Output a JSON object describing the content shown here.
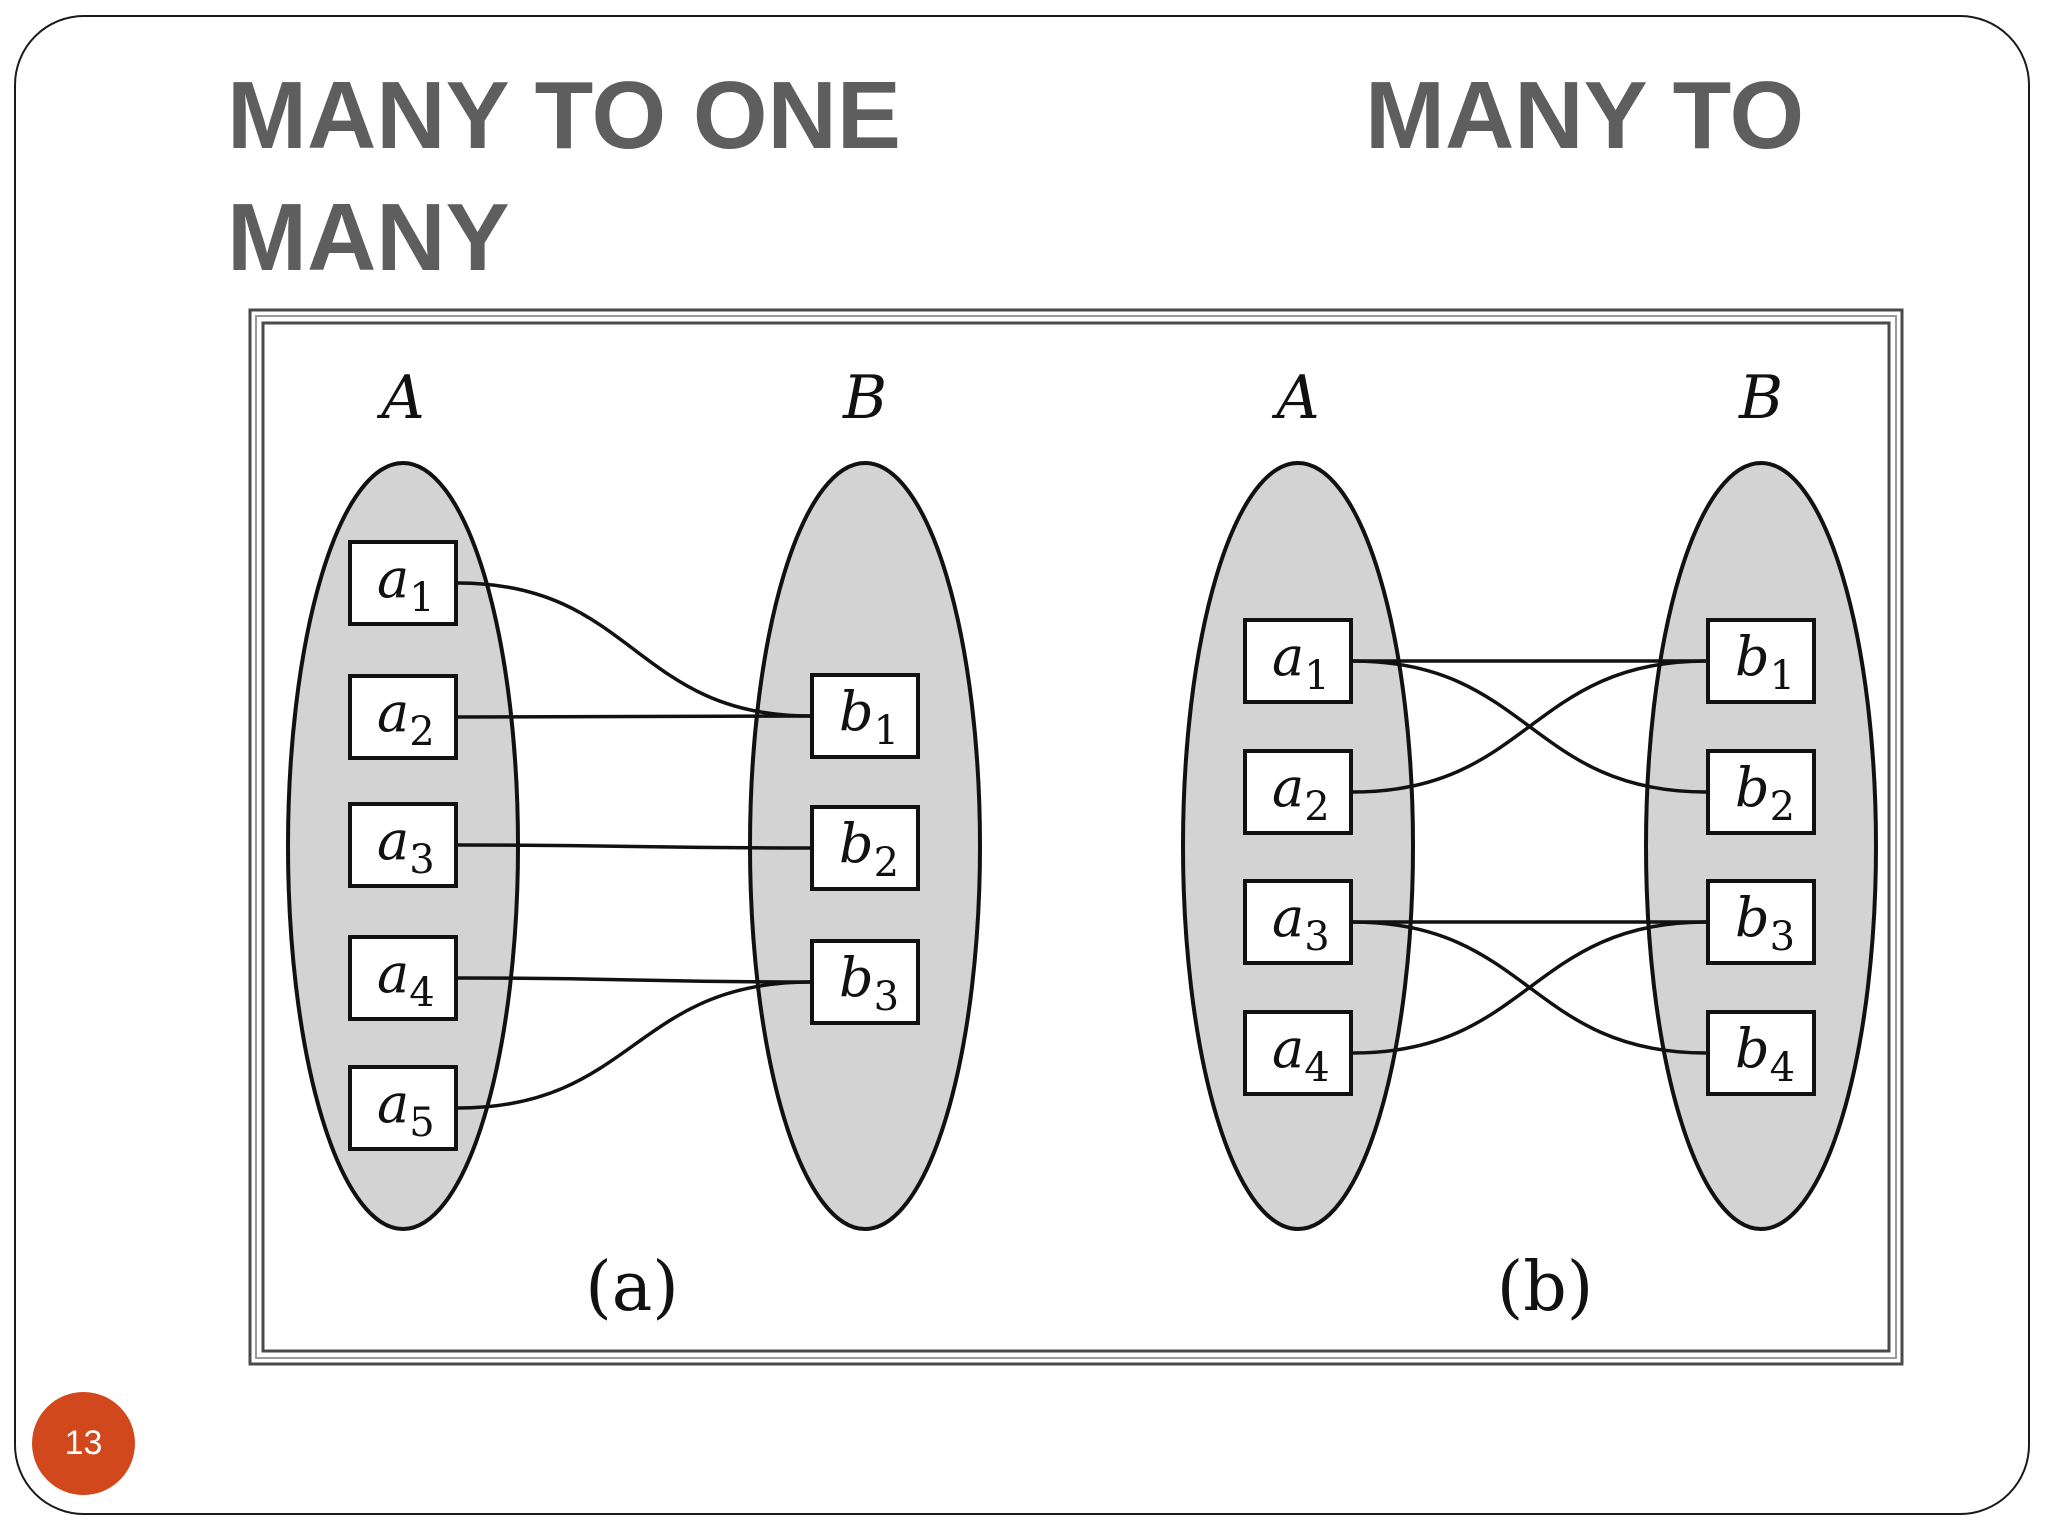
{
  "slide": {
    "title_left": "MANY TO ONE",
    "title_right": "MANY TO",
    "title_second_line": "MANY",
    "page_number": "13"
  },
  "colors": {
    "title": "#5e5e5e",
    "set_fill": "#d3d3d3",
    "badge": "#d2481d"
  },
  "diagram": {
    "panel_a": {
      "caption": "(a)",
      "set_a_label": "A",
      "set_b_label": "B",
      "a_elements": [
        {
          "base": "a",
          "sub": "1"
        },
        {
          "base": "a",
          "sub": "2"
        },
        {
          "base": "a",
          "sub": "3"
        },
        {
          "base": "a",
          "sub": "4"
        },
        {
          "base": "a",
          "sub": "5"
        }
      ],
      "b_elements": [
        {
          "base": "b",
          "sub": "1"
        },
        {
          "base": "b",
          "sub": "2"
        },
        {
          "base": "b",
          "sub": "3"
        }
      ],
      "mappings": [
        [
          0,
          0
        ],
        [
          1,
          0
        ],
        [
          2,
          1
        ],
        [
          3,
          2
        ],
        [
          4,
          2
        ]
      ]
    },
    "panel_b": {
      "caption": "(b)",
      "set_a_label": "A",
      "set_b_label": "B",
      "a_elements": [
        {
          "base": "a",
          "sub": "1"
        },
        {
          "base": "a",
          "sub": "2"
        },
        {
          "base": "a",
          "sub": "3"
        },
        {
          "base": "a",
          "sub": "4"
        }
      ],
      "b_elements": [
        {
          "base": "b",
          "sub": "1"
        },
        {
          "base": "b",
          "sub": "2"
        },
        {
          "base": "b",
          "sub": "3"
        },
        {
          "base": "b",
          "sub": "4"
        }
      ],
      "mappings": [
        [
          0,
          0
        ],
        [
          0,
          1
        ],
        [
          1,
          0
        ],
        [
          2,
          2
        ],
        [
          2,
          3
        ],
        [
          3,
          2
        ]
      ]
    }
  }
}
